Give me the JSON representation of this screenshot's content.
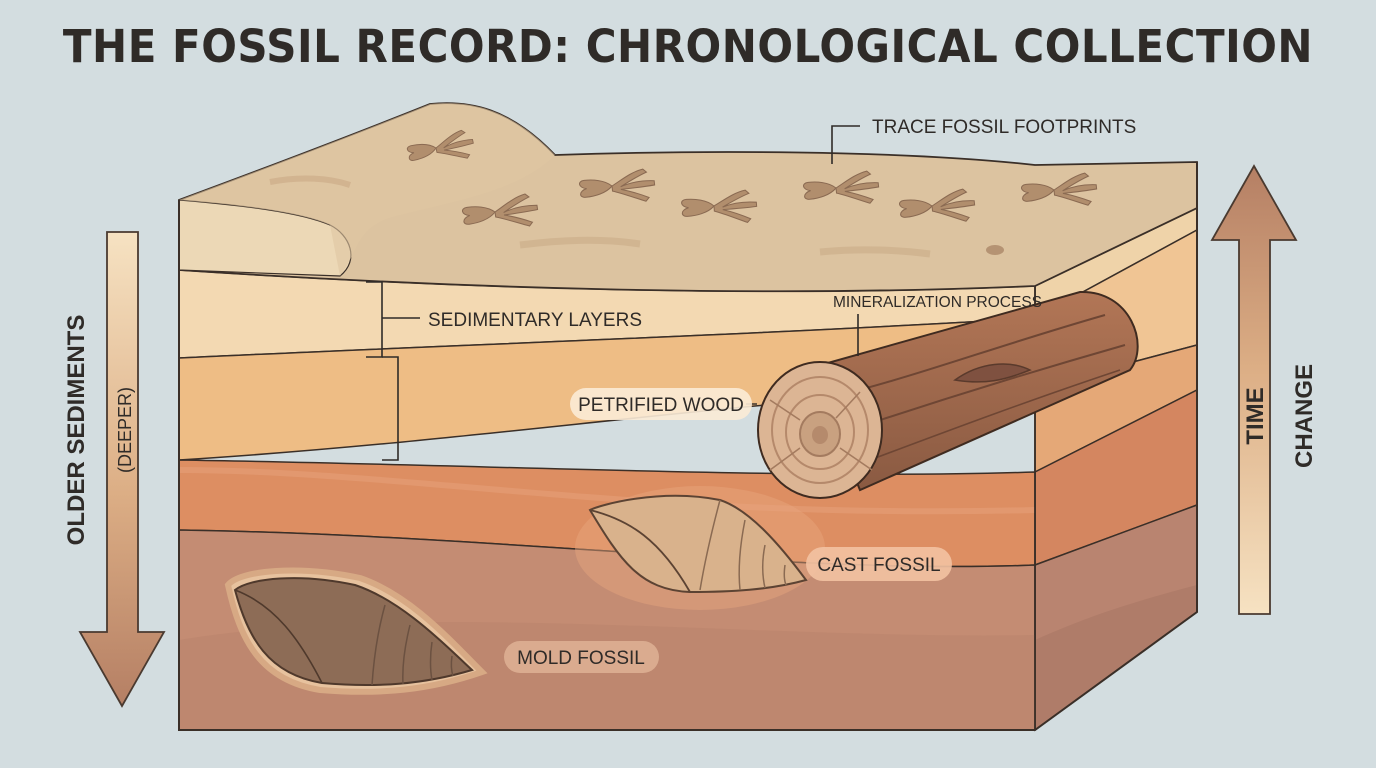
{
  "title": "THE FOSSIL RECORD: CHRONOLOGICAL COLLECTION",
  "labels": {
    "trace_fossils": "TRACE FOSSIL FOOTPRINTS",
    "sedimentary_layers": "SEDIMENTARY LAYERS",
    "mineralization": "MINERALIZATION PROCESS",
    "petrified_wood": "PETRIFIED WOOD",
    "cast_fossil": "CAST FOSSIL",
    "mold_fossil": "MOLD FOSSIL"
  },
  "left_axis": {
    "label": "OLDER SEDIMENTS",
    "sublabel": "(DEEPER)"
  },
  "right_axis": {
    "label": "TIME",
    "sublabel": "CHANGE"
  },
  "colors": {
    "background": "#d3dde0",
    "surface": "#dcc3a0",
    "layer_light": "#f3d9b2",
    "layer_amber": "#eebd85",
    "layer_orange": "#dd8e62",
    "layer_deep": "#c48c73",
    "ink": "#2f2b28"
  }
}
